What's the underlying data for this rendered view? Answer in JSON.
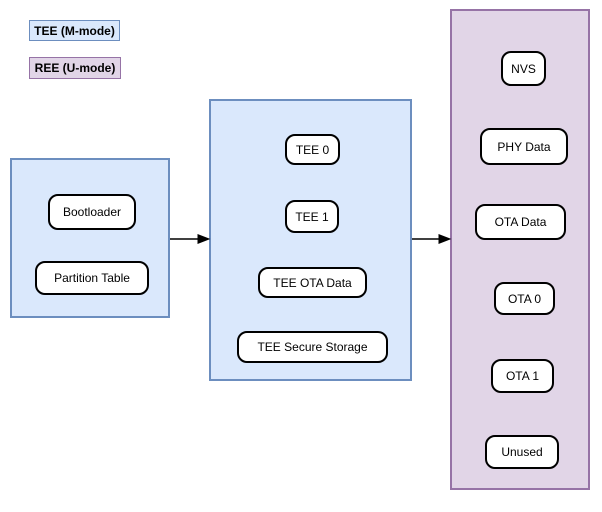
{
  "legend": {
    "items": [
      {
        "label": "TEE (M-mode)",
        "fill": "#dae8fc",
        "border": "#6c8ebf"
      },
      {
        "label": "REE (U-mode)",
        "fill": "#e1d5e7",
        "border": "#9673a6"
      }
    ]
  },
  "regions": {
    "boot": {
      "mode": "TEE (M-mode)",
      "nodes": [
        "Bootloader",
        "Partition Table"
      ]
    },
    "tee": {
      "mode": "TEE (M-mode)",
      "nodes": [
        "TEE 0",
        "TEE 1",
        "TEE OTA Data",
        "TEE Secure Storage"
      ]
    },
    "ree": {
      "mode": "REE (U-mode)",
      "nodes": [
        "NVS",
        "PHY Data",
        "OTA Data",
        "OTA 0",
        "OTA 1",
        "Unused"
      ]
    }
  },
  "arrows": [
    {
      "from": "boot-region",
      "to": "tee-region"
    },
    {
      "from": "tee-region",
      "to": "ree-region"
    }
  ],
  "colors": {
    "tee_fill": "#dae8fc",
    "tee_border": "#6c8ebf",
    "ree_fill": "#e1d5e7",
    "ree_border": "#9673a6",
    "node_fill": "#ffffff",
    "node_border": "#000000",
    "arrow": "#000000"
  }
}
